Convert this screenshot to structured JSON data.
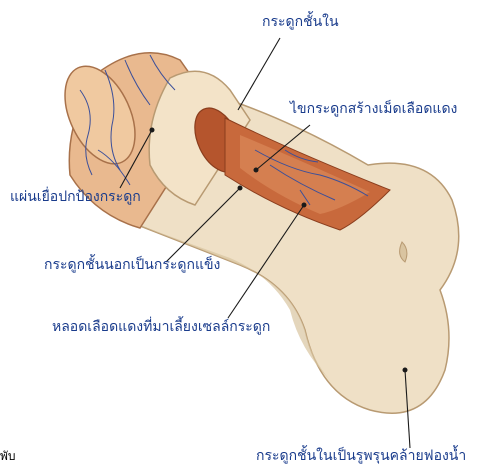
{
  "labels": {
    "inner_bone": "กระดูกชั้นใน",
    "red_marrow": "ไขกระดูกสร้างเม็ดเลือดแดง",
    "periosteum": "แผ่นเยื่อปกป้องกระดูก",
    "compact_bone": "กระดูกชั้นนอกเป็นกระดูกแข็ง",
    "blood_vessel": "หลอดเลือดแดงที่มาเลี้ยงเซลล์กระดูก",
    "spongy_bone": "กระดูกชั้นในเป็นรูพรุนคล้ายฟองน้ำ",
    "corner_text": "พับ"
  },
  "colors": {
    "bone": "#efe0c6",
    "bone_shadow": "#d9c4a0",
    "periosteum": "#e9b98f",
    "marrow": "#c8693c",
    "vessel": "#3b4f9a",
    "label": "#1a3c8c"
  }
}
